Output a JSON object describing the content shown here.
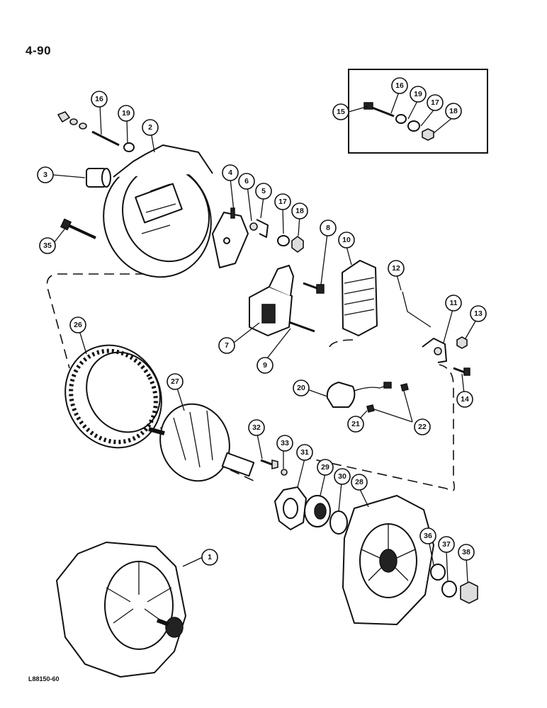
{
  "page_number": "4-90",
  "figure_code": "L88150-60",
  "callouts": {
    "c1": "1",
    "c2": "2",
    "c3": "3",
    "c4": "4",
    "c5": "5",
    "c6": "6",
    "c7": "7",
    "c8": "8",
    "c9": "9",
    "c10": "10",
    "c11": "11",
    "c12": "12",
    "c13": "13",
    "c14": "14",
    "c15": "15",
    "c16a": "16",
    "c16b": "16",
    "c17a": "17",
    "c17b": "17",
    "c18a": "18",
    "c18b": "18",
    "c19a": "19",
    "c19b": "19",
    "c20": "20",
    "c21": "21",
    "c22": "22",
    "c26": "26",
    "c27": "27",
    "c28": "28",
    "c29": "29",
    "c30": "30",
    "c31": "31",
    "c32": "32",
    "c33": "33",
    "c35": "35",
    "c36": "36",
    "c37": "37",
    "c38": "38"
  }
}
